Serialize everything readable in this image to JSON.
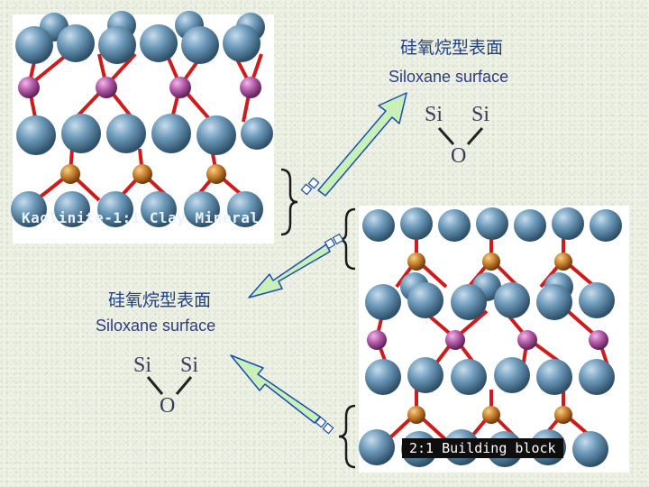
{
  "top_label": {
    "zh": "硅氧烷型表面",
    "en": "Siloxane surface"
  },
  "top_chem": {
    "si_left": "Si",
    "si_right": "Si",
    "o": "O"
  },
  "left_label": {
    "zh": "硅氧烷型表面",
    "en": "Siloxane surface"
  },
  "left_chem": {
    "si_left": "Si",
    "si_right": "Si",
    "o": "O"
  },
  "kaolinite_caption": "Kaolinite-1:1 Clay Mineral",
  "building_block_caption": "2:1 Building block",
  "colors": {
    "background": "#eef2e6",
    "oxygen_sphere": "#5f8fb0",
    "silicon_sphere": "#c8802e",
    "aluminum_sphere": "#b25aa6",
    "bond": "#d11a1a",
    "arrow_fill": "#c8f0b8",
    "arrow_stroke": "#1b4db0",
    "brace": "#1a1a1a"
  },
  "icons": [
    "kaolinite-structure-image",
    "building-block-structure-image",
    "arrow-up-right",
    "arrow-down-left",
    "arrow-up-left",
    "brace"
  ]
}
